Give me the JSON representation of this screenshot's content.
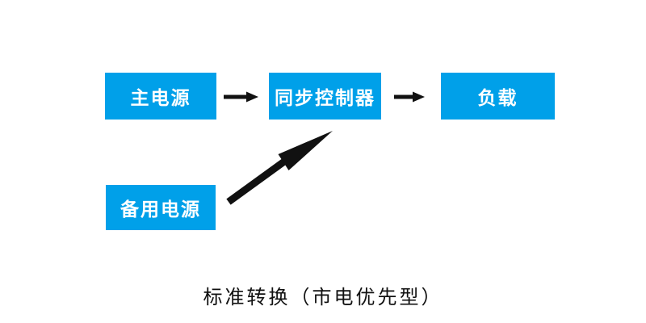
{
  "colors": {
    "background": "#ffffff",
    "node_fill": "#00a0e9",
    "node_text": "#ffffff",
    "arrow": "#111111",
    "caption_text": "#111111"
  },
  "diagram": {
    "nodes": [
      {
        "id": "main-power",
        "label": "主电源"
      },
      {
        "id": "sync-controller",
        "label": "同步控制器"
      },
      {
        "id": "load",
        "label": "负载"
      },
      {
        "id": "backup-power",
        "label": "备用电源"
      }
    ],
    "edges": [
      {
        "from": "main-power",
        "to": "sync-controller",
        "style": "horizontal-arrow"
      },
      {
        "from": "sync-controller",
        "to": "load",
        "style": "horizontal-arrow"
      },
      {
        "from": "backup-power",
        "to": "sync-controller",
        "style": "diagonal-arrow"
      }
    ],
    "caption": "标准转换（市电优先型）"
  }
}
